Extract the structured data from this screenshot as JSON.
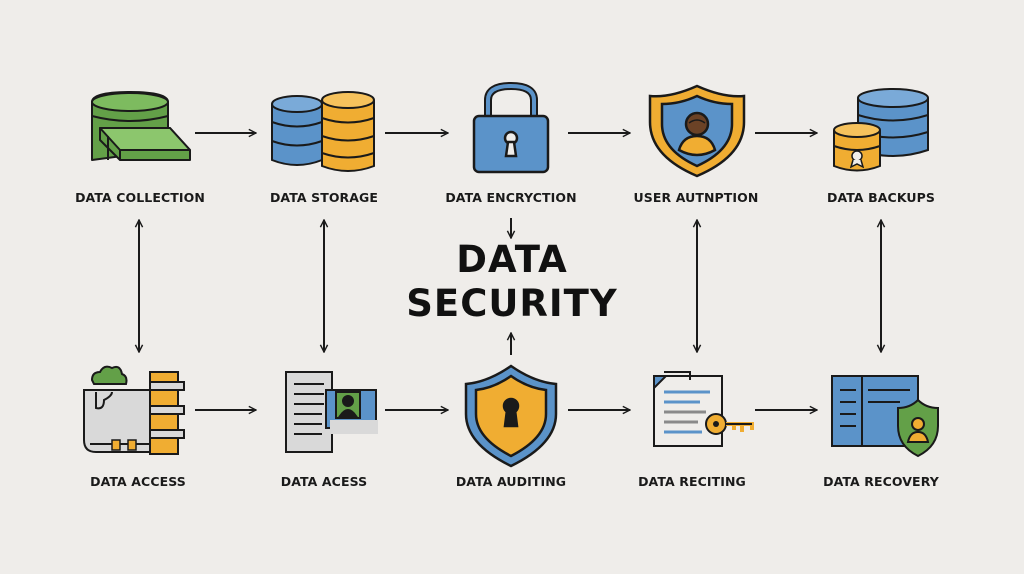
{
  "title": {
    "line1": "DATA",
    "line2": "SECURITY"
  },
  "colors": {
    "background": "#efedea",
    "blue": "#5b93c9",
    "yellow": "#f0ad32",
    "green": "#63a048",
    "outline": "#1a1a1a",
    "gray": "#d9d9d9",
    "accent_brown": "#6b4226"
  },
  "nodes": {
    "top": [
      {
        "label": "DATA COLLECTION",
        "icon": "database-stack-icon"
      },
      {
        "label": "DATA STORAGE",
        "icon": "storage-cylinders-icon"
      },
      {
        "label": "DATA ENCRYCTION",
        "icon": "padlock-icon"
      },
      {
        "label": "USER AUTNPTION",
        "icon": "user-shield-icon"
      },
      {
        "label": "DATA BACKUPS",
        "icon": "backup-database-icon"
      }
    ],
    "bottom": [
      {
        "label": "DATA ACCESS",
        "icon": "access-folder-icon"
      },
      {
        "label": "DATA ACESS",
        "icon": "document-user-icon"
      },
      {
        "label": "DATA AUDITING",
        "icon": "shield-keyhole-icon"
      },
      {
        "label": "DATA RECITING",
        "icon": "report-key-icon"
      },
      {
        "label": "DATA RECOVERY",
        "icon": "server-shield-icon"
      }
    ]
  }
}
